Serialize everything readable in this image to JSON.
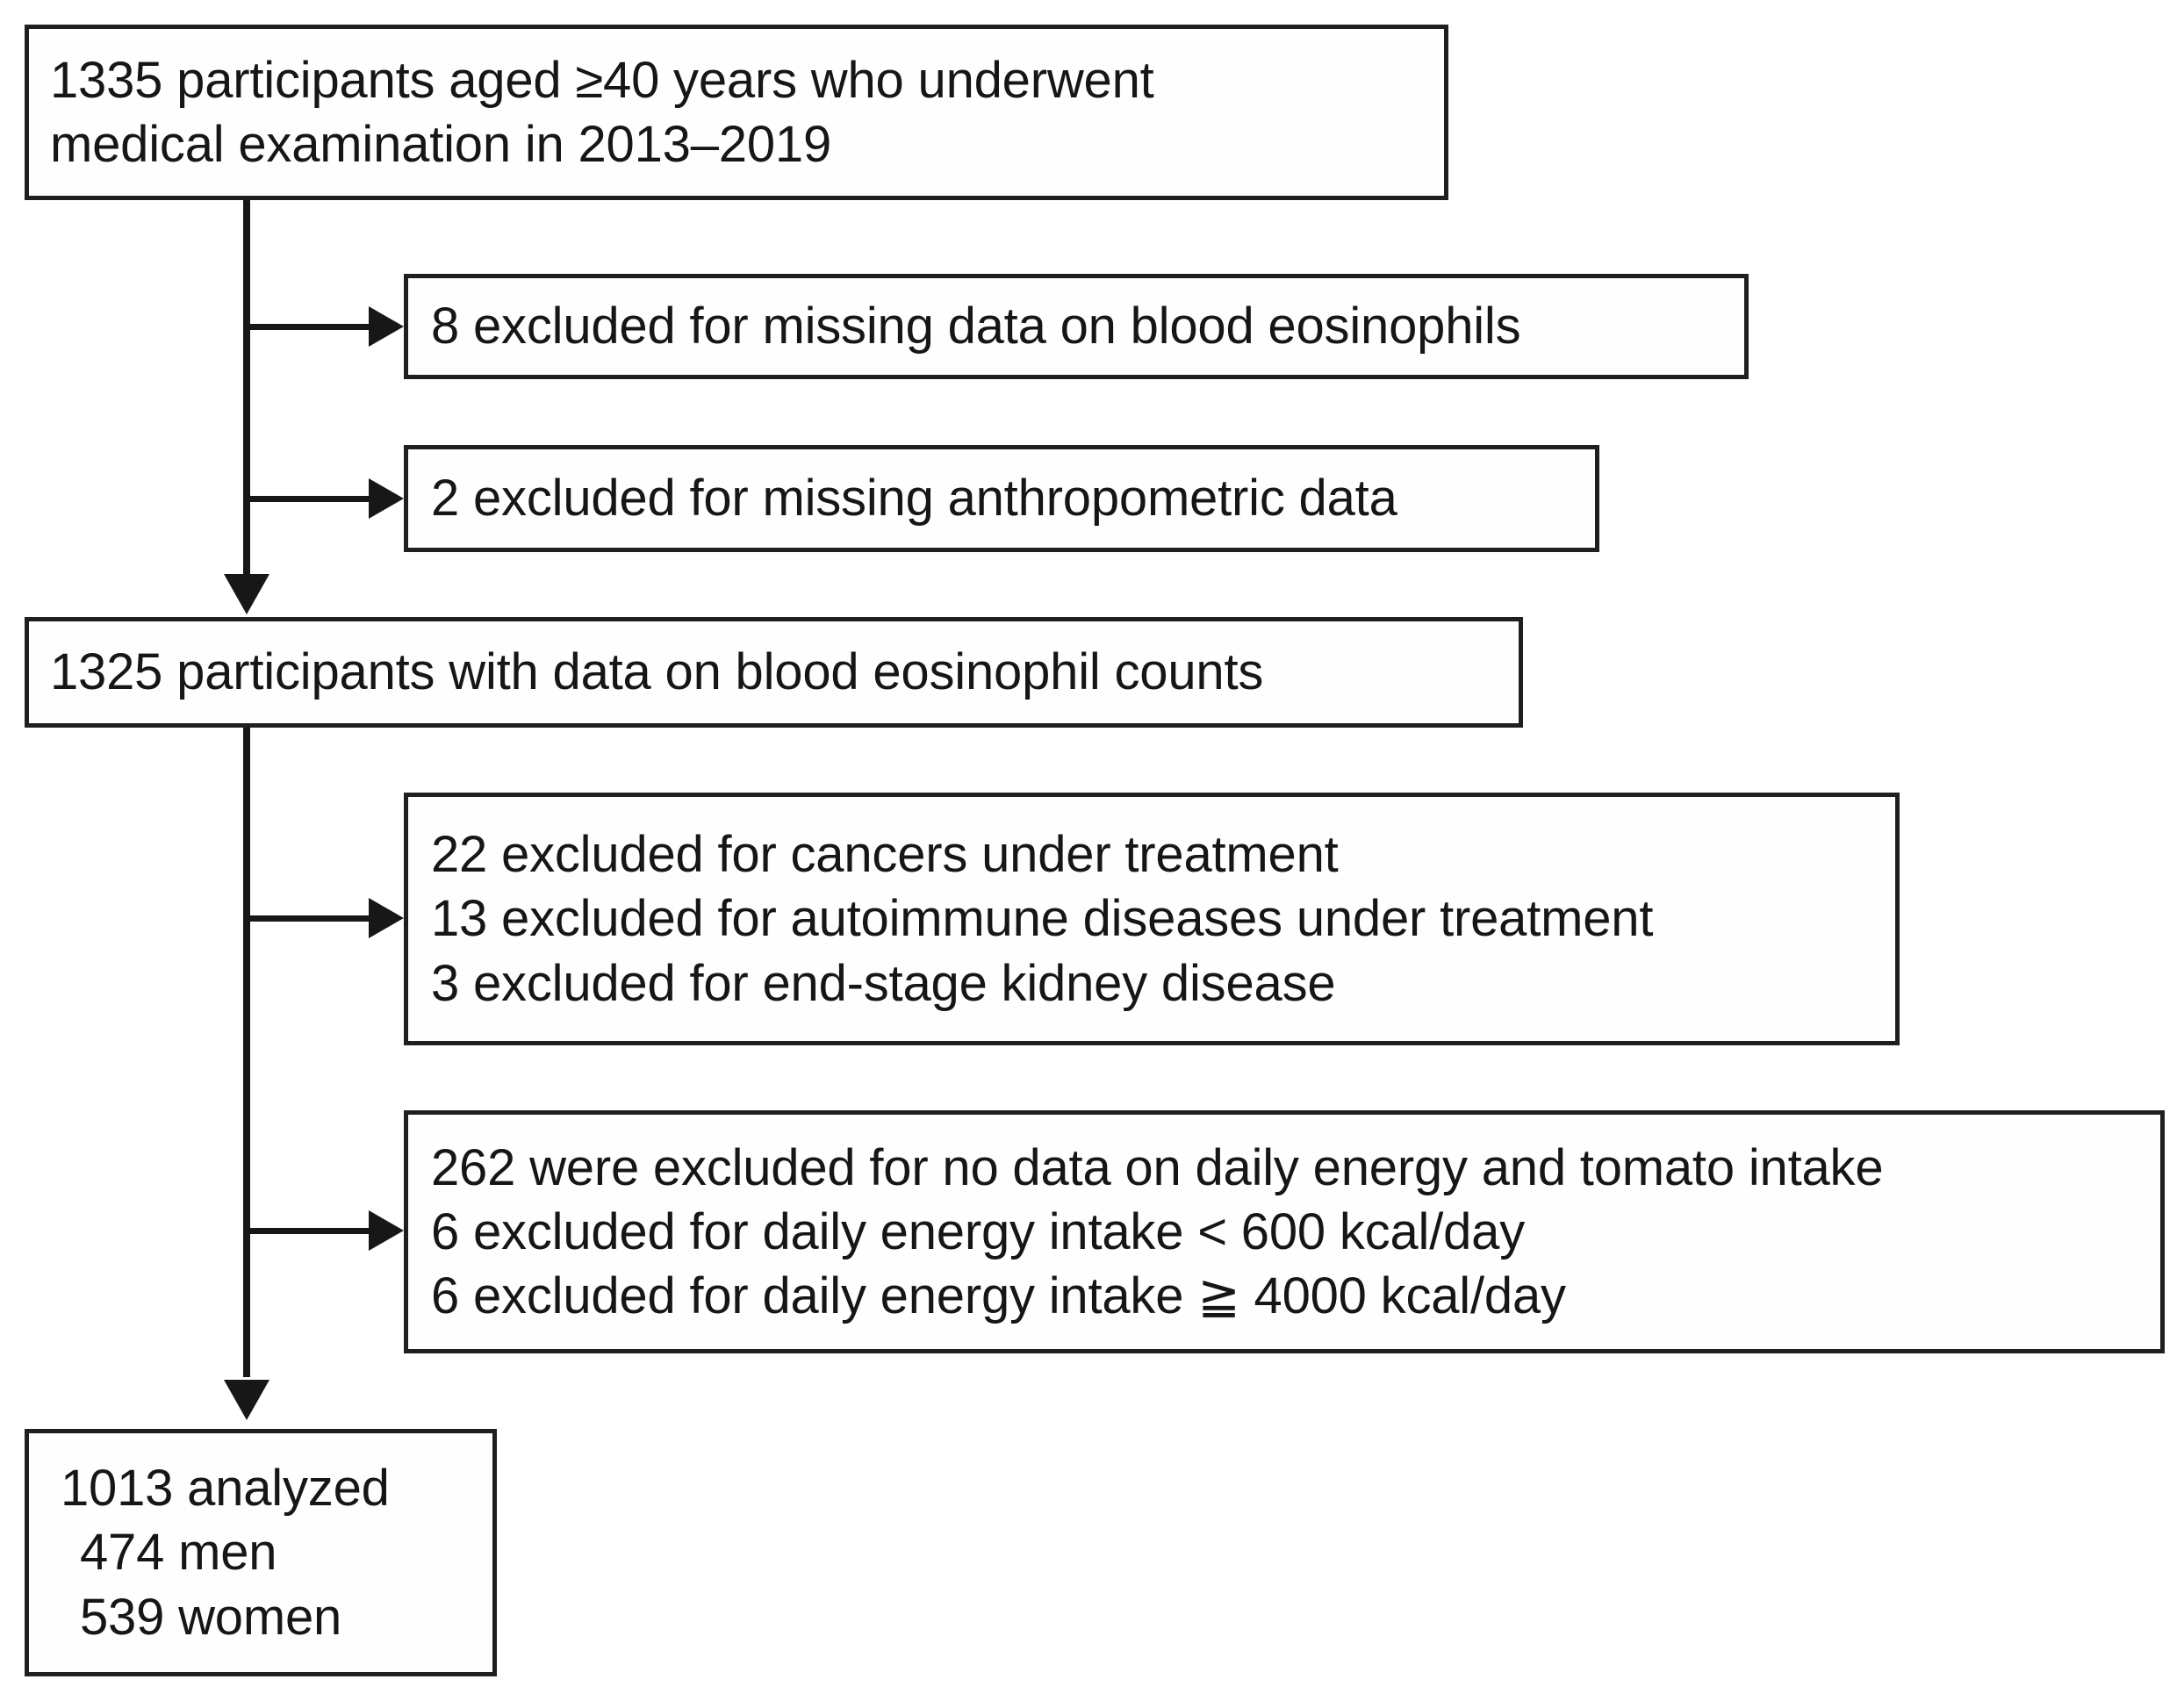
{
  "diagram": {
    "type": "participant-flow-chart",
    "title": "Study participant selection flow",
    "stroke_color": "#171717",
    "box_fill_color": "#fefefe",
    "background_color": "#ffffff",
    "boxes": {
      "enrolled": {
        "name": "enrolled-participants",
        "lines": [
          "1335 participants aged ≥40 years who underwent",
          "medical examination in 2013–2019"
        ],
        "count": 1335
      },
      "excluded_eosinophils": {
        "name": "excluded-missing-eosinophils",
        "lines": [
          "8 excluded for missing data on blood eosinophils"
        ],
        "count": 8
      },
      "excluded_anthropometric": {
        "name": "excluded-missing-anthropometric",
        "lines": [
          "2 excluded for missing anthropometric data"
        ],
        "count": 2
      },
      "eligible": {
        "name": "participants-with-eosinophil-data",
        "lines": [
          "1325 participants with data on blood eosinophil counts"
        ],
        "count": 1325
      },
      "excluded_disease": {
        "name": "excluded-disease-criteria",
        "lines": [
          "22 excluded for cancers under treatment",
          "13 excluded for autoimmune diseases under treatment",
          "3 excluded for end-stage kidney disease"
        ],
        "counts": [
          22,
          13,
          3
        ]
      },
      "excluded_diet": {
        "name": "excluded-dietary-criteria",
        "lines": [
          "262 were excluded for no data on daily energy and tomato intake",
          "6 excluded for daily energy intake < 600 kcal/day",
          "6 excluded for daily energy intake ≧ 4000 kcal/day"
        ],
        "counts": [
          262,
          6,
          6
        ]
      },
      "analyzed": {
        "name": "final-analyzed-sample",
        "lines": [
          "1013 analyzed",
          "474 men",
          "539 women"
        ],
        "total": 1013,
        "men": 474,
        "women": 539
      }
    },
    "connectors": [
      {
        "name": "spine-arrow-to-eligible",
        "icon": "arrow-down-icon"
      },
      {
        "name": "branch-arrow-to-excluded-eosinophils",
        "icon": "arrow-right-icon"
      },
      {
        "name": "branch-arrow-to-excluded-anthropometric",
        "icon": "arrow-right-icon"
      },
      {
        "name": "branch-arrow-to-excluded-disease",
        "icon": "arrow-right-icon"
      },
      {
        "name": "branch-arrow-to-excluded-diet",
        "icon": "arrow-right-icon"
      },
      {
        "name": "spine-arrow-to-analyzed",
        "icon": "arrow-down-icon"
      }
    ]
  }
}
